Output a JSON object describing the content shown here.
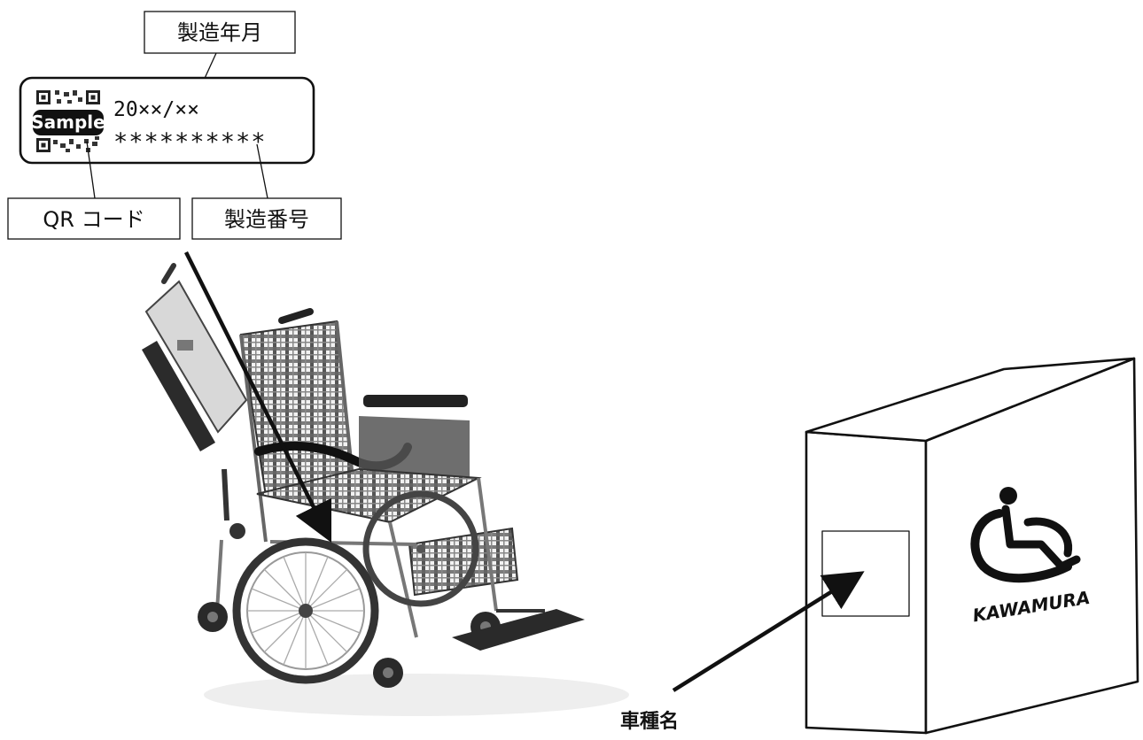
{
  "label_panel": {
    "date_callout": "製造年月",
    "date_value": "20××/××",
    "serial_value": "**********",
    "qr_stamp": "Sample",
    "qr_callout": "QR コード",
    "serial_callout": "製造番号"
  },
  "box": {
    "brand": "KAWAMURA",
    "model_callout": "車種名"
  },
  "icons": {
    "qr": "qr-code-icon",
    "wheelchair": "wheelchair-image",
    "logo": "wheelchair-logo-icon"
  },
  "colors": {
    "ink": "#111111",
    "background": "#ffffff"
  }
}
